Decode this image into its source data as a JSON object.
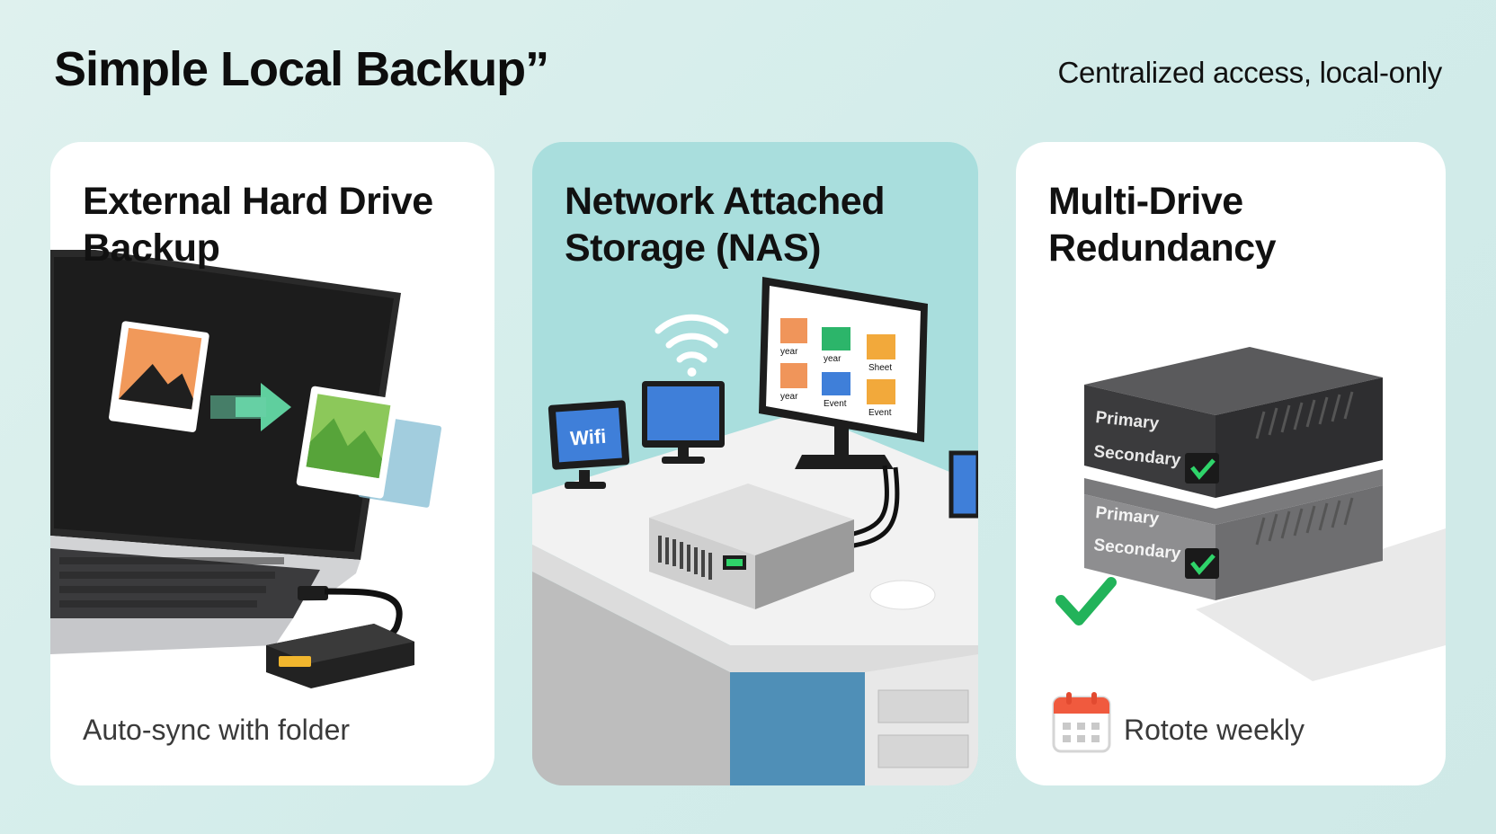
{
  "header": {
    "title": "Simple Local Backup”",
    "subtitle": "Centralized access, local-only"
  },
  "cards": [
    {
      "title_line1": "External Hard Drive",
      "title_line2": "Backup",
      "caption": "Auto-sync with folder"
    },
    {
      "title_line1": "Network Attached",
      "title_line2": "Storage (NAS)",
      "monitor_label": "Wifi",
      "folder_labels": [
        "year",
        "year",
        "Sheet",
        "year",
        "Event",
        "Event"
      ]
    },
    {
      "title_line1": "Multi-Drive",
      "title_line2": "Redundancy",
      "drive_labels": {
        "primary": "Primary",
        "secondary": "Secondary"
      },
      "caption": "Rotote weekly"
    }
  ],
  "colors": {
    "accent_green": "#22b35a",
    "background": "#d6eeeb",
    "card_teal": "#a9dedd"
  }
}
